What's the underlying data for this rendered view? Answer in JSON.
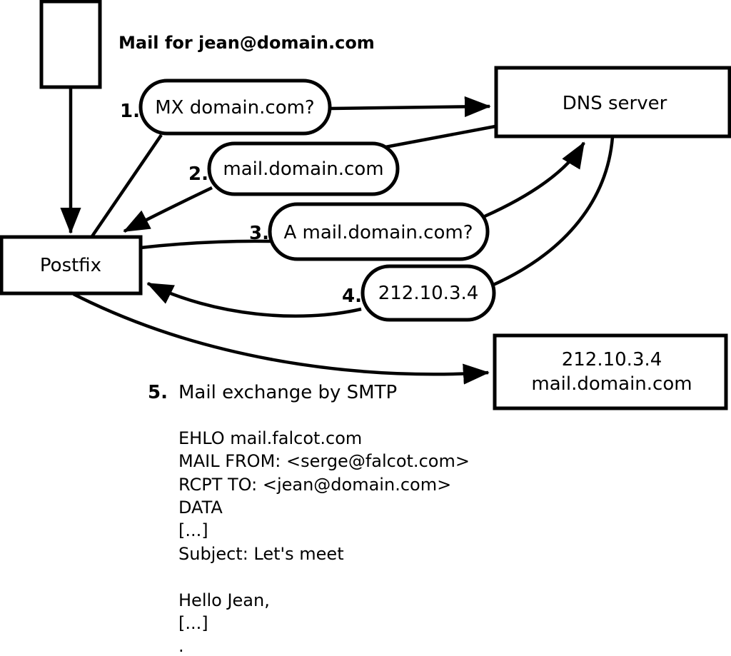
{
  "title": {
    "text": "Mail for jean@domain.com"
  },
  "nodes": {
    "postfix": {
      "label": "Postfix"
    },
    "dns_server": {
      "label": "DNS server"
    },
    "mail_server": {
      "line1": "212.10.3.4",
      "line2": "mail.domain.com"
    }
  },
  "exchanges": [
    {
      "num": "1.",
      "label": "MX domain.com?"
    },
    {
      "num": "2.",
      "label": "mail.domain.com"
    },
    {
      "num": "3.",
      "label": "A mail.domain.com?"
    },
    {
      "num": "4.",
      "label": "212.10.3.4"
    },
    {
      "num": "5.",
      "label": "Mail exchange by SMTP"
    }
  ],
  "smtp_session": {
    "lines": [
      "EHLO mail.falcot.com",
      "MAIL FROM: <serge@falcot.com>",
      "RCPT TO: <jean@domain.com>",
      "DATA",
      "[...]",
      "Subject: Let's meet",
      "",
      "Hello Jean,",
      "[...]",
      "."
    ]
  },
  "colors": {
    "stroke": "#000000",
    "background": "#ffffff"
  }
}
